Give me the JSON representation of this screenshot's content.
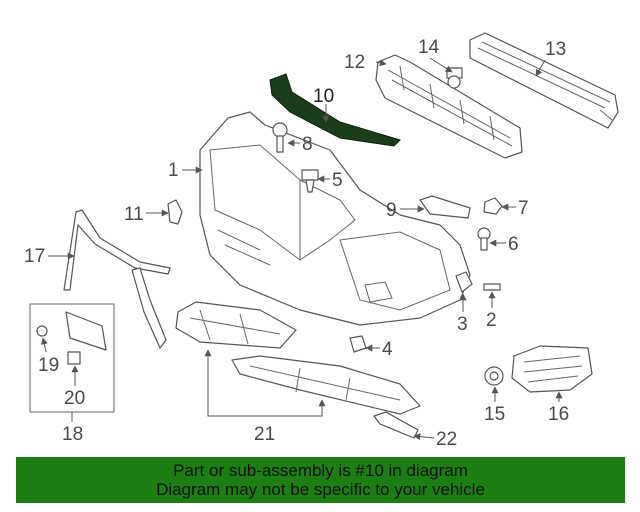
{
  "callouts": {
    "c1": "1",
    "c2": "2",
    "c3": "3",
    "c4": "4",
    "c5": "5",
    "c6": "6",
    "c7": "7",
    "c8": "8",
    "c9": "9",
    "c10": "10",
    "c11": "11",
    "c12": "12",
    "c13": "13",
    "c14": "14",
    "c15": "15",
    "c16": "16",
    "c17": "17",
    "c18": "18",
    "c19": "19",
    "c20": "20",
    "c21": "21",
    "c22": "22"
  },
  "highlight_color": "#1b3d1b",
  "banner": {
    "line1": "Part or sub-assembly is #10 in diagram",
    "line2": "Diagram may not be specific to your vehicle",
    "background": "#1b7d12"
  }
}
